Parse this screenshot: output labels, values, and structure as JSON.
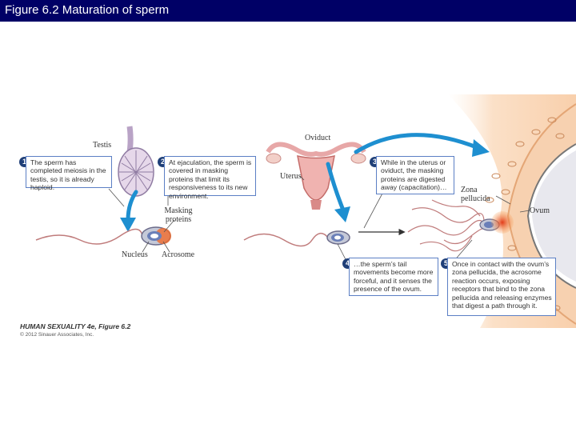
{
  "header": {
    "title": "Figure 6.2 Maturation of sperm"
  },
  "labels": {
    "testis": "Testis",
    "oviduct": "Oviduct",
    "uterus": "Uterus",
    "masking_proteins": "Masking\nproteins",
    "nucleus": "Nucleus",
    "acrosome": "Acrosome",
    "zona_pellucida": "Zona\npellucida",
    "ovum": "Ovum"
  },
  "steps": [
    {
      "number": "1",
      "text": "The sperm has completed meiosis in the testis, so it is already haploid."
    },
    {
      "number": "2",
      "text": "At ejaculation, the sperm is covered in masking proteins that limit its responsiveness to its new environment."
    },
    {
      "number": "3",
      "text": "While in the uterus or oviduct, the masking proteins are digested away (capacitation)…"
    },
    {
      "number": "4",
      "text": "…the sperm’s tail movements become more forceful, and it senses the presence of the ovum."
    },
    {
      "number": "5",
      "text": "Once in contact with the ovum’s zona pellucida, the acrosome reaction occurs, exposing receptors that bind to the zona pellucida and releasing enzymes that digest a path through it."
    }
  ],
  "credit": {
    "book": "HUMAN SEXUALITY 4e, Figure 6.2",
    "copyright": "© 2012 Sinauer Associates, Inc."
  },
  "colors": {
    "title_bar": "#000066",
    "box_border": "#5b7fc4",
    "badge": "#1f3f78",
    "arrow_blue": "#1e8fd0",
    "ovum_orange": "#f3a867"
  }
}
